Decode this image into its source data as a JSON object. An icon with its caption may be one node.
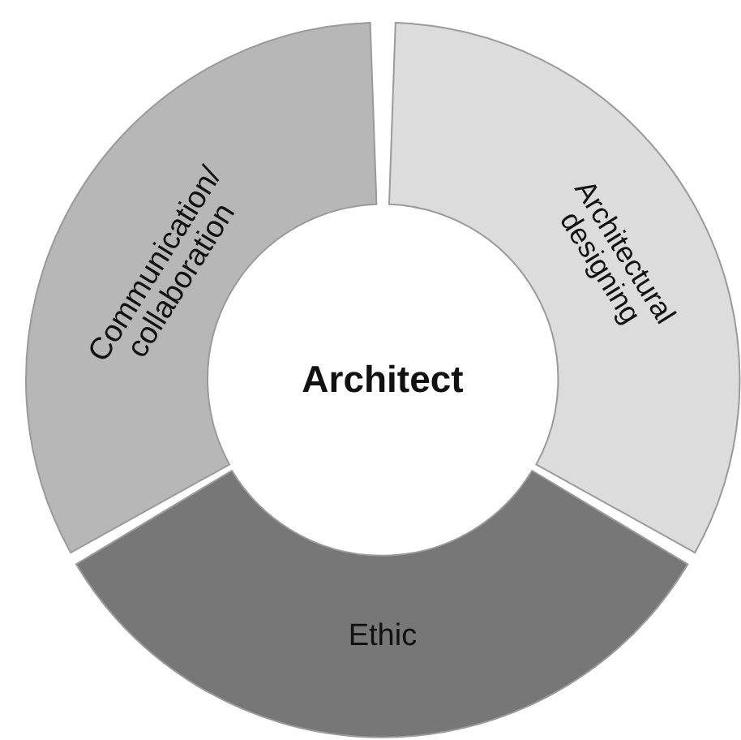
{
  "diagram": {
    "nodes": [
      {
        "text": [
          "Communication/ collaboration"
        ]
      },
      {
        "text": [
          "Architectural designing"
        ]
      },
      {
        "text": [
          "Architect"
        ]
      },
      {
        "text": [
          "Ethic"
        ]
      }
    ]
  }
}
